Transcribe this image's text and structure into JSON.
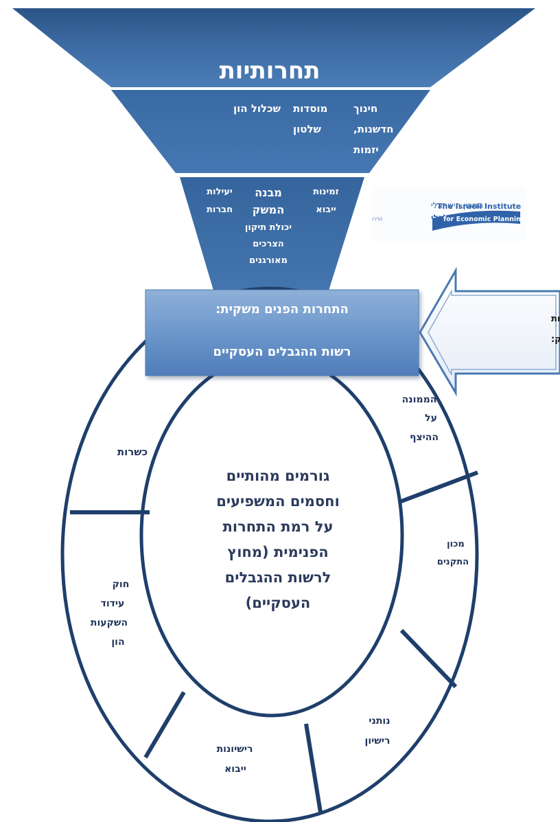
{
  "funnel": {
    "title": "תחרותיות",
    "tier2": {
      "items": [
        "חינוך",
        "מוסדות",
        "שכלול הון",
        "חדשנות,",
        "שלטון",
        "יזמות"
      ]
    },
    "tier3": {
      "col_right": [
        "זמינות",
        "ייבוא"
      ],
      "col_middle_bold": [
        "מבנה",
        "המשק"
      ],
      "col_middle": [
        "יכולת תיקון",
        "הצרכים",
        "מאורגנים"
      ],
      "col_left": [
        "יעילות",
        "חברות"
      ]
    }
  },
  "logo": {
    "hebrew_line1": "המכון הישראלי",
    "hebrew_line2": "לתכנון כלכלי",
    "hebrew_suffix": "(ע\"ר)",
    "english_line1": "The Israeli Institute",
    "english_line2": "for Economic Planning"
  },
  "authority_box": {
    "line1": "התחרות הפנים משקית:",
    "line2": "רשות ההגבלים העסקיים"
  },
  "arrow_callout": {
    "line1": "הגנה על התחרות",
    "line2": "הפנימית במשק:"
  },
  "center_text": [
    "גורמים מהותיים",
    "וחסמים המשפיעים",
    "על רמת התחרות",
    "הפנימית (מחוץ",
    "לרשות ההגבלים",
    "העסקיים)"
  ],
  "ring_segments": {
    "kashrut": [
      "כשרות"
    ],
    "supervisor": [
      "הממונה",
      "על",
      "ההיצף"
    ],
    "standards": [
      "מכון",
      "התקנים"
    ],
    "licensors": [
      "נותני",
      "רישיון"
    ],
    "import_licenses": [
      "רישיונות",
      "ייבוא"
    ],
    "investment_law": [
      "חוק",
      "עידוד",
      "השקעות",
      "הון"
    ]
  },
  "colors": {
    "dark_blue": "#2e5a8e",
    "mid_blue": "#3f6ea6",
    "light_blue": "#5f8ec4",
    "ring_stroke": "#1f3f6b",
    "text_dark": "#2a3a5c",
    "white": "#ffffff"
  }
}
